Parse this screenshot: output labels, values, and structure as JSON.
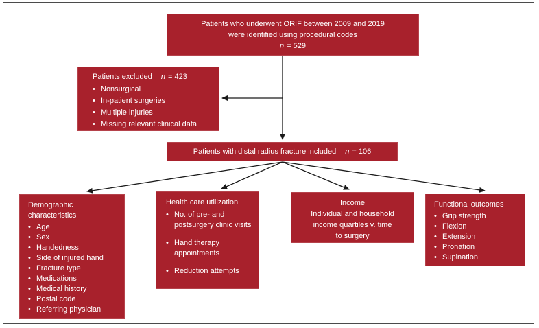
{
  "colors": {
    "box_red": "#A8212C",
    "text_white": "#ffffff",
    "arrow_black": "#1a1a1a",
    "border_gray": "#4b4b4b"
  },
  "figure": {
    "bullet_char": "•",
    "top_box": {
      "line1": "Patients who underwent ORIF between 2009 and 2019",
      "line2": "were identified using procedural codes",
      "n_symbol": "n",
      "n_eq": "= 529"
    },
    "excluded_box": {
      "title": "Patients excluded",
      "n_symbol": "n",
      "n_eq": "= 423",
      "bullets": [
        "Nonsurgical",
        "In-patient surgeries",
        "Multiple injuries",
        "Missing relevant clinical data"
      ]
    },
    "included_box": {
      "title": "Patients with distal radius fracture included",
      "n_symbol": "n",
      "n_eq": "= 106"
    },
    "demographic_box": {
      "title": "Demographic characteristics",
      "bullets": [
        "Age",
        "Sex",
        "Handedness",
        "Side of injured hand",
        "Fracture type",
        "Medications",
        "Medical history",
        "Postal code",
        "Referring physician"
      ]
    },
    "health_box": {
      "title": "Health care utilization",
      "bullets": [
        "No. of pre- and postsurgery clinic visits",
        "Hand therapy appointments",
        "Reduction attempts"
      ]
    },
    "income_box": {
      "title": "Income",
      "line1": "Individual and household",
      "line2": "income quartiles v. time",
      "line3": "to surgery"
    },
    "functional_box": {
      "title": "Functional outcomes",
      "bullets": [
        "Grip strength",
        "Flexion",
        "Extension",
        "Pronation",
        "Supination"
      ]
    }
  }
}
